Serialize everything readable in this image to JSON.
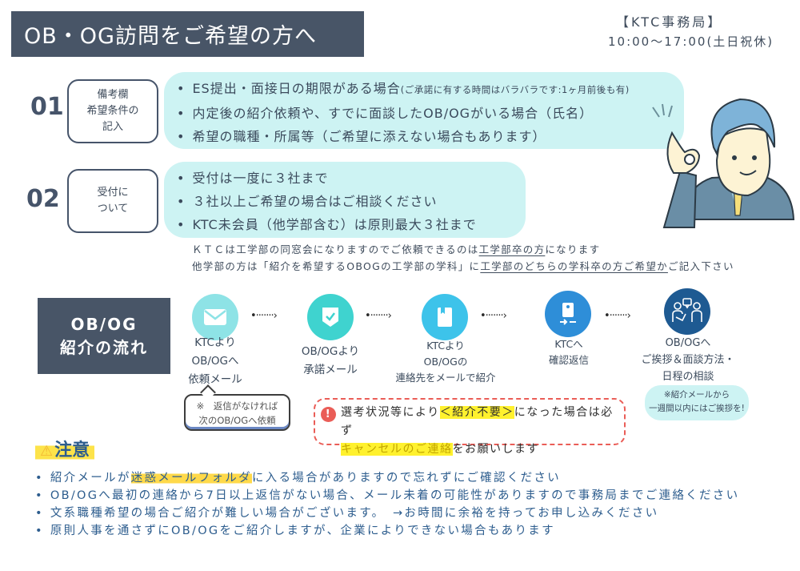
{
  "header": {
    "title": "OB・OG訪問をご希望の方へ",
    "office_name": "【KTC事務局】",
    "office_hours": "10:00～17:00(土日祝休)"
  },
  "steps": [
    {
      "number": "01",
      "label_lines": [
        "備考欄",
        "希望条件の",
        "記入"
      ],
      "items": [
        {
          "text": "ES提出・面接日の期限がある場合",
          "note": "(ご承諾に有する時間はバラバラです:1ヶ月前後も有)"
        },
        {
          "text": "内定後の紹介依頼や、すでに面談したOB/OGがいる場合（氏名）",
          "note": ""
        },
        {
          "text": "希望の職種・所属等（ご希望に添えない場合もあります）",
          "note": ""
        }
      ]
    },
    {
      "number": "02",
      "label_lines": [
        "受付に",
        "ついて"
      ],
      "items": [
        {
          "text": "受付は一度に３社まで",
          "note": ""
        },
        {
          "text": "３社以上ご希望の場合はご相談ください",
          "note": ""
        },
        {
          "text": "KTC未会員（他学部含む）は原則最大３社まで",
          "note": ""
        }
      ]
    }
  ],
  "notes": {
    "line1_pre": "ＫＴＣは工学部の同窓会になりますのでご依頼できるのは",
    "line1_u": "工学部卒の方",
    "line1_post": "になります",
    "line2_pre": "他学部の方は「紹介を希望するOBOGの工学部の学科」に",
    "line2_u": "工学部のどちらの学科卒の方ご希望か",
    "line2_post": "ご記入下さい"
  },
  "flow": {
    "label_line1": "OB/OG",
    "label_line2": "紹介の流れ",
    "arrow": "•·······›",
    "steps": [
      {
        "icon": "mail-icon",
        "color": "#8ee3e6",
        "lines": [
          "KTCより",
          "OB/OGへ",
          "依頼メール"
        ]
      },
      {
        "icon": "shield-check-icon",
        "color": "#3fd3cf",
        "lines": [
          "OB/OGより",
          "承諾メール"
        ]
      },
      {
        "icon": "contact-book-icon",
        "color": "#3dc3ea",
        "lines": [
          "KTCより",
          "OB/OGの",
          "連絡先をメールで紹介"
        ]
      },
      {
        "icon": "reply-device-icon",
        "color": "#2e8ed8",
        "lines": [
          "KTCへ",
          "確認返信"
        ]
      },
      {
        "icon": "meeting-icon",
        "color": "#1e5a92",
        "lines": [
          "OB/OGへ",
          "ご挨拶＆面談方法・",
          "日程の相談"
        ]
      }
    ],
    "callout_line1": "※　返信がなければ",
    "callout_line2": "次のOB/OGへ依頼",
    "warning_icon": "!",
    "warning_pre": "選考状況等により",
    "warning_hl": "＜紹介不要＞",
    "warning_post": "になった場合は必ず",
    "warning_line2_hl": "キャンセルのご連絡",
    "warning_line2_post": "をお願いします",
    "greet_line1": "※紹介メールから",
    "greet_line2": "一週間以内にはご挨拶を!"
  },
  "caution": {
    "title": "注意",
    "icon": "warning-triangle-icon",
    "items": [
      {
        "pre": "紹介メールが",
        "hl": "迷惑メールフォルダ",
        "post": "に入る場合がありますので忘れずにご確認ください"
      },
      {
        "pre": "OB/OGへ最初の連絡から7日以上返信がない場合、メール未着の可能性がありますので事務局までご連絡ください",
        "hl": "",
        "post": ""
      },
      {
        "pre": "文系職種希望の場合ご紹介が難しい場合がございます。　→お時間に余裕を持ってお申し込みください",
        "hl": "",
        "post": ""
      },
      {
        "pre": "原則人事を通さずにOB/OGをご紹介しますが、企業によりできない場合もあります",
        "hl": "",
        "post": ""
      }
    ]
  },
  "colors": {
    "header_bg": "#485567",
    "bubble_bg": "#cdf3f3",
    "caution_text": "#2d5d8e",
    "highlight": "#fde34a",
    "warning_red": "#ea5d57"
  }
}
